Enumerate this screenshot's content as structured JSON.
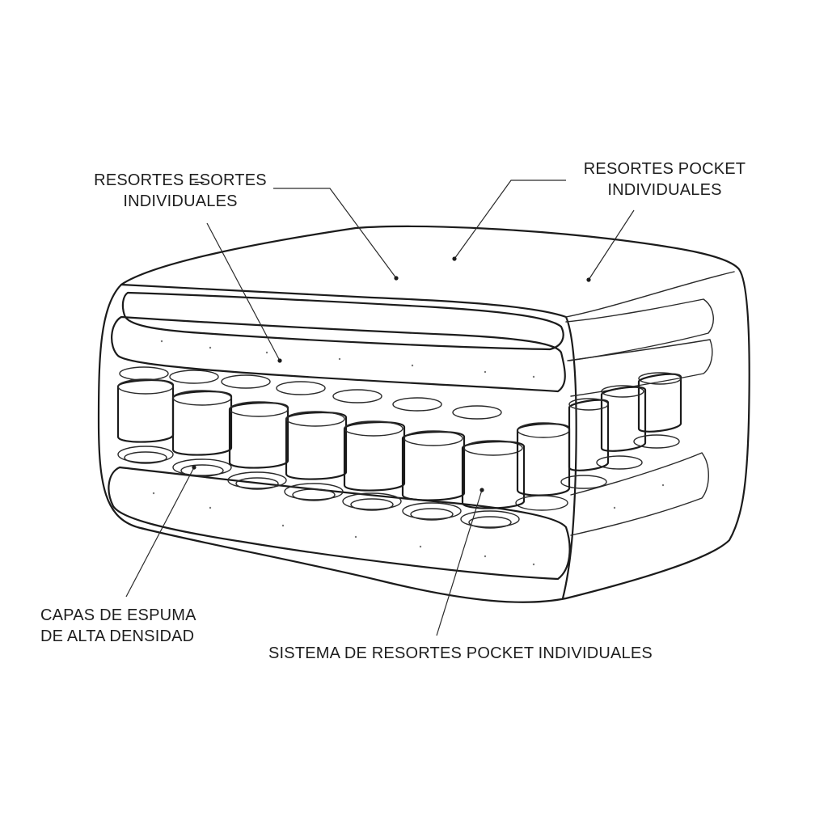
{
  "diagram": {
    "labels": {
      "top_left": {
        "line1": "RESORTES E̶SORTES",
        "line2": "INDIVIDUALES"
      },
      "top_right": {
        "line1": "RESORTES POCKET",
        "line2": "INDIVIDUALES"
      },
      "bottom_left": {
        "line1": "CAPAS DE ESPUMA",
        "line2": "DE ALTA DENSIDAD"
      },
      "bottom_center": {
        "line1": "SISTEMA DE RESORTES POCKET INDIVIDUALES"
      }
    },
    "colors": {
      "ink": "#1b1b1b",
      "background": "#ffffff",
      "foam_fill": "#fbfbfb"
    }
  }
}
